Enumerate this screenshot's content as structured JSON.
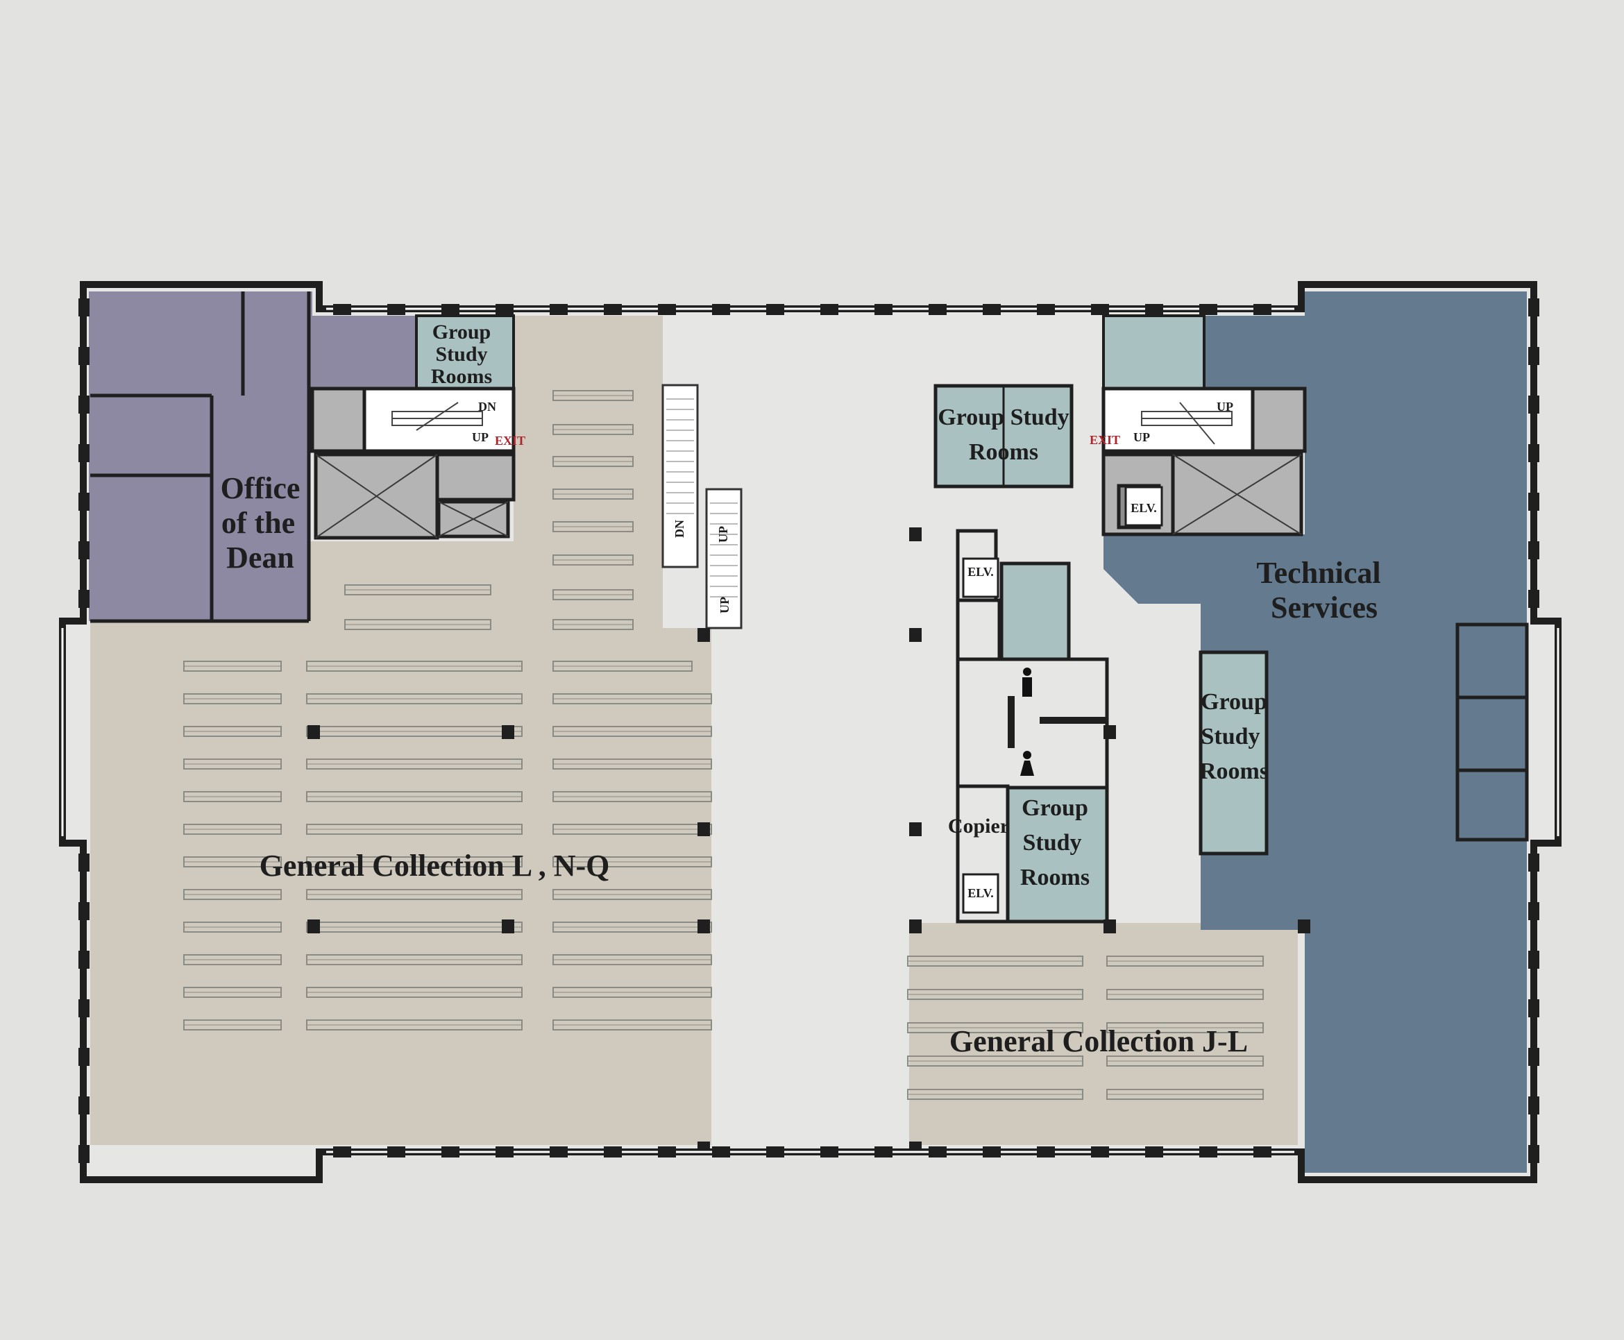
{
  "rooms": {
    "dean": {
      "line1": "Office",
      "line2": "of the",
      "line3": "Dean",
      "color": "#8e89a3"
    },
    "technical": {
      "line1": "Technical",
      "line2": "Services",
      "color": "#637a8f"
    },
    "gen_lnq": {
      "label": "General Collection L , N-Q",
      "color": "#cfcabd"
    },
    "gen_jl": {
      "label": "General Collection J-L",
      "color": "#cfcabd"
    },
    "study_top_left": {
      "line1": "Group",
      "line2": "Study",
      "line3": "Rooms"
    },
    "study_center": {
      "line1": "Group Study",
      "line2": "Rooms"
    },
    "study_right": {
      "line1": "Group",
      "line2": "Study",
      "line3": "Rooms"
    },
    "study_bottom_center": {
      "line1": "Group",
      "line2": "Study",
      "line3": "Rooms"
    },
    "copier": "Copier",
    "study_color": "#a9c1c1",
    "service_color": "#b4b4b4",
    "floor_color": "#e6e7e5"
  },
  "labels": {
    "elv": "ELV.",
    "up": "UP",
    "dn": "DN",
    "exit": "EXIT"
  }
}
